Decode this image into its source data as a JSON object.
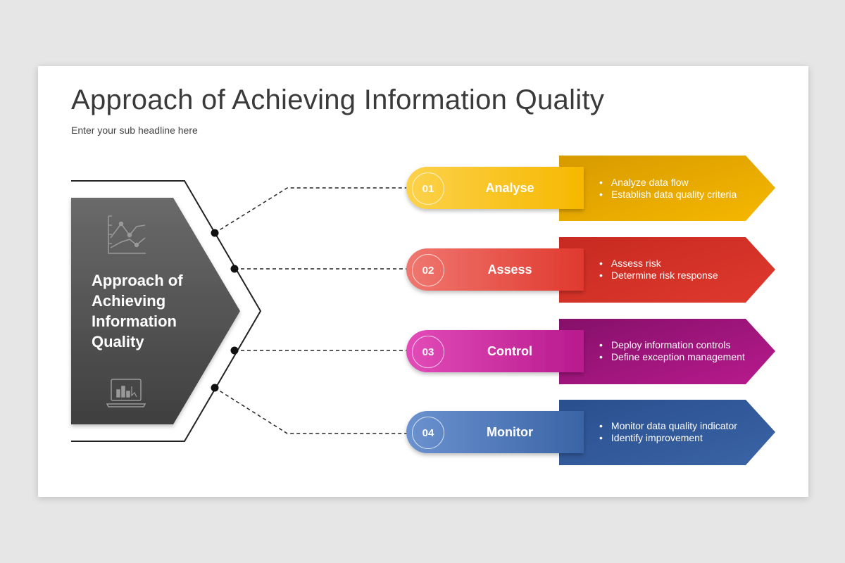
{
  "title": "Approach of Achieving Information Quality",
  "subtitle": "Enter your sub headline here",
  "center": {
    "lines": [
      "Approach of",
      "Achieving",
      "Information",
      "Quality"
    ]
  },
  "steps": [
    {
      "number": "01",
      "label": "Analyse",
      "bullets": [
        "Analyze data flow",
        "Establish data quality criteria"
      ],
      "color_light": "#fcd24b",
      "color_main": "#f6b800",
      "color_dark": "#d79a00"
    },
    {
      "number": "02",
      "label": "Assess",
      "bullets": [
        "Assess risk",
        "Determine risk response"
      ],
      "color_light": "#ef7770",
      "color_main": "#e0392e",
      "color_dark": "#c62a20"
    },
    {
      "number": "03",
      "label": "Control",
      "bullets": [
        "Deploy information controls",
        "Define exception management"
      ],
      "color_light": "#e24bb8",
      "color_main": "#b81a8d",
      "color_dark": "#85106a"
    },
    {
      "number": "04",
      "label": "Monitor",
      "bullets": [
        "Monitor data quality indicator",
        "Identify improvement"
      ],
      "color_light": "#6b92cf",
      "color_main": "#3a64a6",
      "color_dark": "#2a4f8e"
    }
  ]
}
